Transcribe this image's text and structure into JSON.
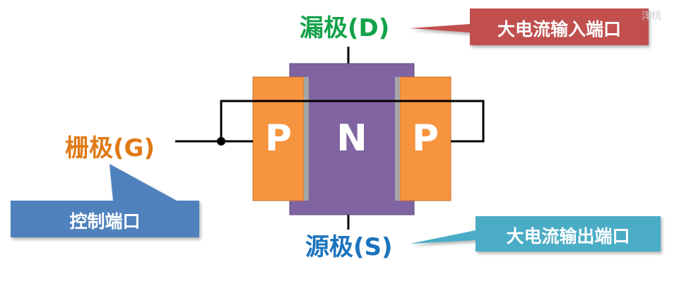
{
  "terminals": {
    "drain": "漏极(D)",
    "gate": "栅极(G)",
    "source": "源极(S)"
  },
  "callouts": {
    "drain_note": "大电流输入端口",
    "gate_note": "控制端口",
    "source_note": "大电流输出端口"
  },
  "regions": {
    "left": "P",
    "center": "N",
    "right": "P"
  },
  "watermark": "洋桃",
  "colors": {
    "drain_text": "#14a24a",
    "gate_text": "#e07a16",
    "source_text": "#1a73bc",
    "p_region": "#f7943f",
    "n_region": "#8064a2",
    "drain_callout": "#c0504d",
    "gate_callout": "#4f81bd",
    "source_callout": "#4bacc6",
    "oxide": "#a6a6a6",
    "wire": "#000000"
  }
}
